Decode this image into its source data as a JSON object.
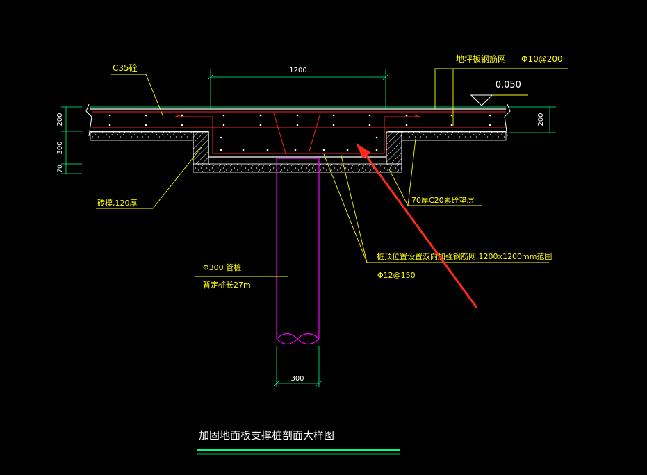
{
  "labels": {
    "concrete_grade": "C35砼",
    "slab_rebar_mesh": "地坪板钢筋网",
    "slab_rebar_spec": "Φ10@200",
    "elevation": "-0.050",
    "dim_cap_width": "1200",
    "dim_slab_left": "200",
    "dim_slab_right": "200",
    "dim_cap_depth": "300",
    "dim_cushion": "70",
    "brick_mold": "砖模,120厚",
    "cushion_layer": "70厚C20素砼垫层",
    "pile_top_mesh": "桩顶位置设置双向加强钢筋网,1200x1200mm范围",
    "pile_top_mesh_spec": "Φ12@150",
    "pile_type": "Φ300 管桩",
    "pile_length": "暂定桩长27m",
    "dim_pile_diameter": "300",
    "drawing_title": "加固地面板支撑桩剖面大样图"
  },
  "colors": {
    "background": "#000000",
    "concrete_outline": "#ffffff",
    "rebar": "#ff2020",
    "leader": "#ffff00",
    "dimension": "#00ff80",
    "pile": "#ff00ff",
    "annotation_arrow": "#ff2a1a",
    "title_underline": "#00ff80"
  }
}
